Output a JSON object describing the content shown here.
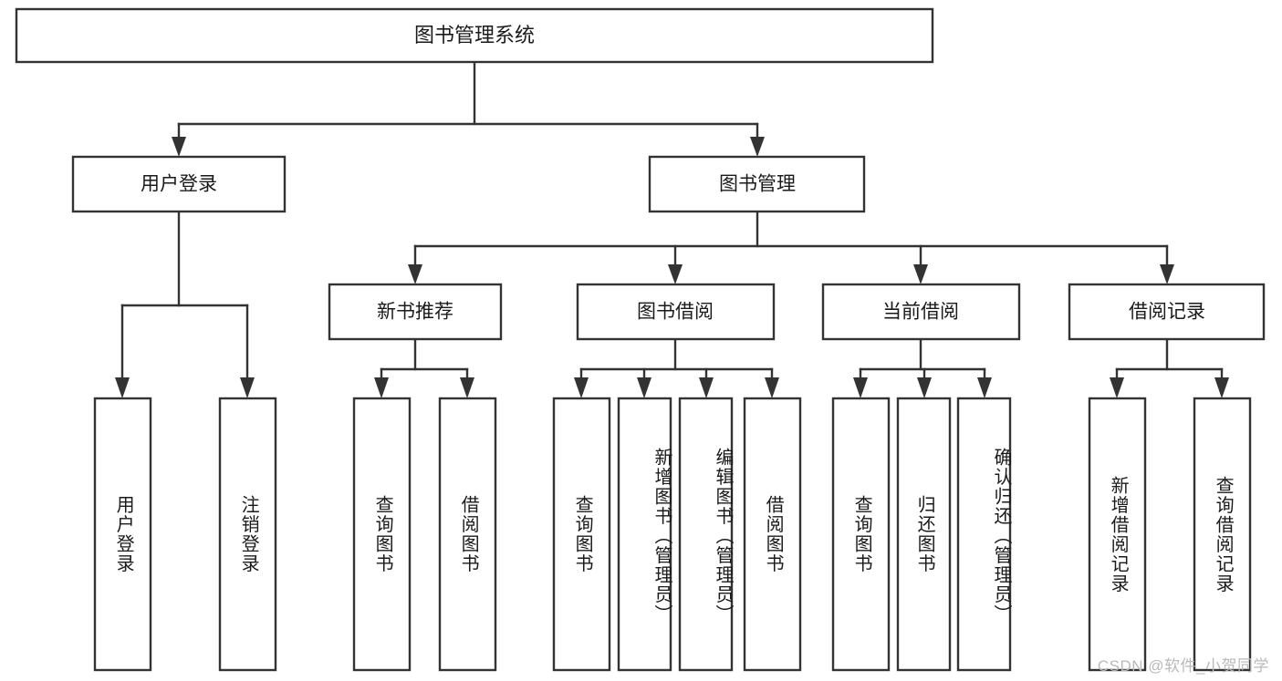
{
  "diagram": {
    "title": "图书管理系统",
    "type": "tree-hierarchy-diagram",
    "colors": {
      "stroke": "#333333",
      "fill": "#ffffff",
      "text": "#1a1a1a",
      "watermark": "#b9b9b9"
    },
    "root": {
      "label": "图书管理系统"
    },
    "level2": [
      {
        "label": "用户登录"
      },
      {
        "label": "图书管理"
      }
    ],
    "level3": [
      {
        "label": "新书推荐"
      },
      {
        "label": "图书借阅"
      },
      {
        "label": "当前借阅"
      },
      {
        "label": "借阅记录"
      }
    ],
    "leaves": {
      "user_login": [
        {
          "label": "用户登录"
        },
        {
          "label": "注销登录"
        }
      ],
      "new_book_recommend": [
        {
          "label": "查询图书"
        },
        {
          "label": "借阅图书"
        }
      ],
      "book_borrow": [
        {
          "label": "查询图书"
        },
        {
          "label": "新增图书（管理员）"
        },
        {
          "label": "编辑图书（管理员）"
        },
        {
          "label": "借阅图书"
        }
      ],
      "current_borrow": [
        {
          "label": "查询图书"
        },
        {
          "label": "归还图书"
        },
        {
          "label": "确认归还（管理员）"
        }
      ],
      "borrow_record": [
        {
          "label": "新增借阅记录"
        },
        {
          "label": "查询借阅记录"
        }
      ]
    },
    "watermark": "CSDN @软件_小贺同学"
  }
}
